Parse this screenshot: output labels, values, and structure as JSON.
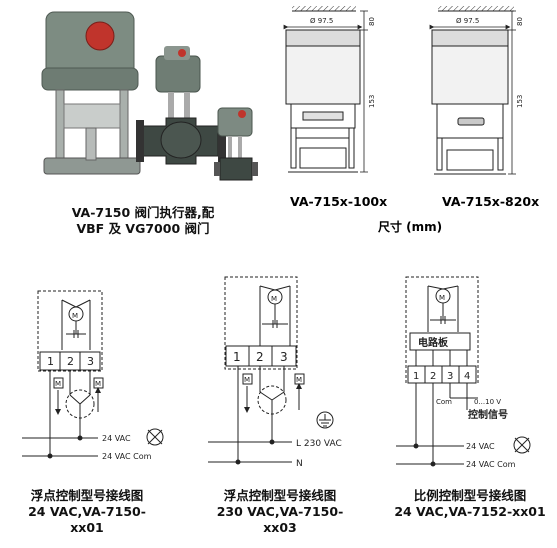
{
  "photo_caption": {
    "line1": "VA-7150 阀门执行器,配",
    "line2": "VBF 及 VG7000 阀门"
  },
  "dimension_drawings": {
    "diameter_label": "Ø 97.5",
    "top_clearance": "80",
    "height": "153",
    "left_model": "VA-715x-100x",
    "right_model": "VA-715x-820x",
    "unit_title": "尺寸 (mm)"
  },
  "wiring": {
    "motor_symbol": "M",
    "terminals_3": [
      "1",
      "2",
      "3"
    ],
    "terminals_4": [
      "1",
      "2",
      "3",
      "4"
    ],
    "circuit_board": "电路板",
    "diagram1": {
      "line_top": "24 VAC",
      "line_bottom": "24 VAC Com",
      "caption1": "浮点控制型号接线图",
      "caption2": "24 VAC,VA-7150-xx01"
    },
    "diagram2": {
      "line_top": "L 230 VAC",
      "line_bottom": "N",
      "caption1": "浮点控制型号接线图",
      "caption2": "230 VAC,VA-7150-xx03"
    },
    "diagram3": {
      "com_label": "Com",
      "signal_range": "0...10 V",
      "signal_label": "控制信号",
      "line_top": "24 VAC",
      "line_bottom": "24 VAC Com",
      "caption1": "比例控制型号接线图",
      "caption2": "24 VAC,VA-7152-xx01"
    }
  },
  "colors": {
    "actuator_body": "#7b8a80",
    "actuator_dark": "#3d4741",
    "red_knob": "#c0342c",
    "line": "#222222",
    "dashed": "#444444"
  }
}
